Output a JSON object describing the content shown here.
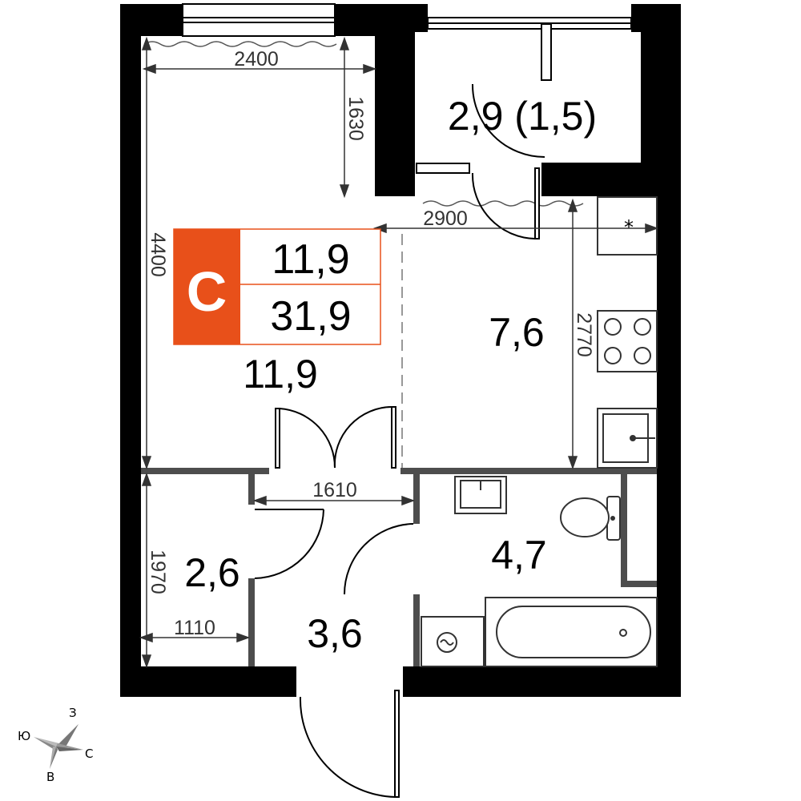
{
  "plan": {
    "rooms": [
      {
        "id": "living",
        "area": "11,9"
      },
      {
        "id": "balcony",
        "area": "2,9 (1,5)"
      },
      {
        "id": "kitchen",
        "area": "7,6"
      },
      {
        "id": "closet",
        "area": "2,6"
      },
      {
        "id": "hall",
        "area": "3,6"
      },
      {
        "id": "bathroom",
        "area": "4,7"
      }
    ],
    "dimensions": [
      "2400",
      "1630",
      "4400",
      "2900",
      "2770",
      "1610",
      "1970",
      "1110"
    ]
  },
  "badge": {
    "letter": "С",
    "living_area": "11,9",
    "total_area": "31,9",
    "color": "#e8501a"
  },
  "compass": {
    "north": "С",
    "south": "Ю",
    "west": "З",
    "east": "В"
  },
  "colors": {
    "wall": "#000000",
    "partition": "#4d4d4d"
  }
}
